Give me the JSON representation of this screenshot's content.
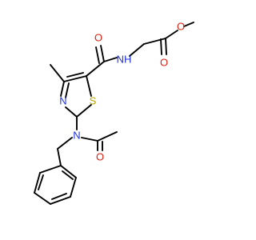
{
  "molecule": {
    "colors": {
      "bond": "#000000",
      "oxygen": "#e02010",
      "nitrogen": "#2030e0",
      "sulfur": "#b8a400",
      "background": "#ffffff"
    },
    "atoms": {
      "o_ester_single": "O",
      "o_ester_double": "O",
      "nh_amide": "NH",
      "o_amide": "O",
      "n_thiazole": "N",
      "s_thiazole": "S",
      "n_acetamide": "N",
      "o_acetyl": "O"
    }
  }
}
